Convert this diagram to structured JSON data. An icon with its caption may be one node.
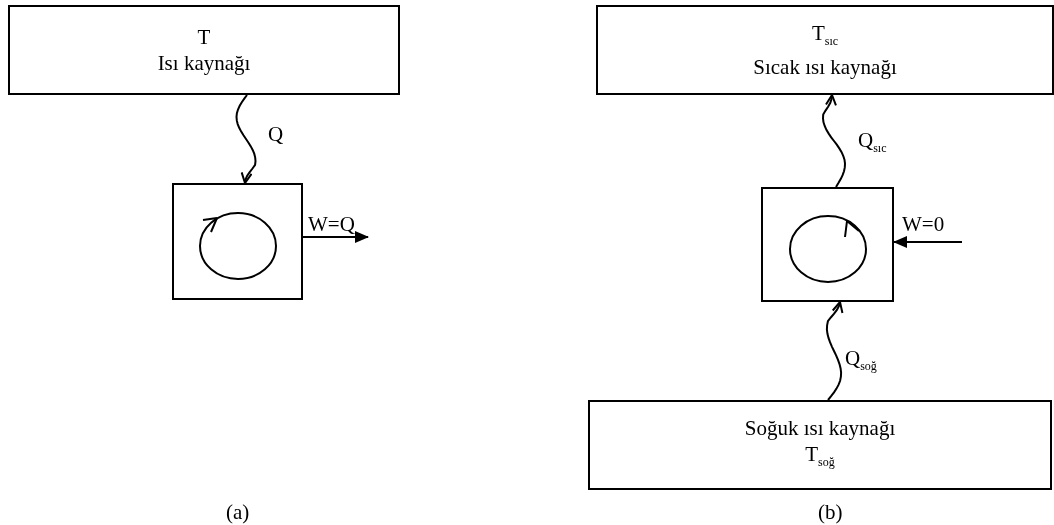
{
  "diagram": {
    "nodes": [
      {
        "text": [
          "T",
          "Isı kaynağı"
        ]
      },
      {
        "text": [],
        "shape": "box"
      },
      {
        "text": [
          "T$_{sıc}$",
          "Sıcak ısı kaynağı"
        ]
      },
      {
        "text": [],
        "shape": "box"
      },
      {
        "text": [
          "Soğuk ısı kaynağı",
          "T$_{soğ}$"
        ]
      }
    ],
    "edges": [
      {
        "from": 0,
        "to": 1,
        "arrow": "to",
        "label": "Q"
      },
      {
        "from": 1,
        "to": null,
        "arrow": "to",
        "label": "W=Q"
      },
      {
        "from": 3,
        "to": 2,
        "arrow": "to",
        "label": "Q$_{sıc}$"
      },
      {
        "from": 4,
        "to": 3,
        "arrow": "to",
        "label": "Q$_{soğ}$"
      },
      {
        "from": null,
        "to": 3,
        "arrow": "to",
        "label": "W=0"
      }
    ],
    "labels": [
      "(a)",
      "(b)"
    ]
  }
}
